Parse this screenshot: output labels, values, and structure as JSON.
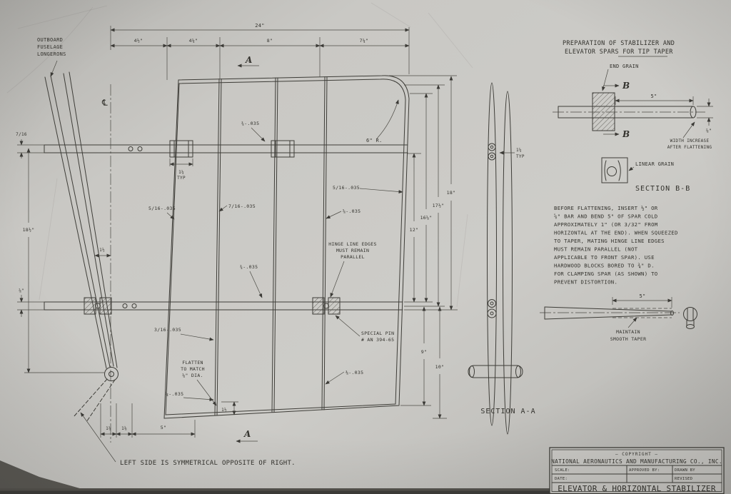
{
  "plan": {
    "outboard": [
      "OUTBOARD",
      "FUSELAGE",
      "LONGERONS"
    ],
    "cl": "℄",
    "a": "A",
    "radius": "6\" R.",
    "hinge_note": [
      "HINGE LINE EDGES",
      "MUST REMAIN",
      "PARALLEL"
    ],
    "special_pin": [
      "SPECIAL PIN",
      "# AN 394-65"
    ],
    "flatten": [
      "FLATTEN",
      "TO MATCH",
      "¼\" DIA."
    ],
    "symmetry": "LEFT SIDE IS SYMMETRICAL OPPOSITE OF RIGHT.",
    "dim": {
      "overall": "24\"",
      "s1": "4½\"",
      "s2": "4¼\"",
      "s3": "8\"",
      "s4": "7¼\"",
      "h": "18½\"",
      "fs": "7/16",
      "rs": "⅞\"",
      "cl_off": "1½",
      "r18": "18\"",
      "r17": "17½\"",
      "r16": "16⅝\"",
      "r12": "12\"",
      "r9": "9\"",
      "r10": "10\"",
      "b1": "1¼",
      "b2": "1⅛",
      "b3": "5\"",
      "stub": "1½",
      "pitch": "1¼",
      "typ": "TYP"
    },
    "co": [
      "¾-.035",
      "5/16-.035",
      "7/16-.035",
      "5/16-.035",
      "⅝-.035",
      "¾-.035",
      "3/16-.035",
      "⅜-.035",
      "¼-.035"
    ]
  },
  "sectionA": {
    "title": "SECTION A-A",
    "pitch": "1¼",
    "typ": "TYP"
  },
  "prep": {
    "heading": [
      "PREPARATION OF STABILIZER AND",
      "ELEVATOR SPARS FOR TIP TAPER"
    ],
    "end_grain": "END GRAIN",
    "b": "B",
    "five": "5\"",
    "width": "⅞\"",
    "width_note": [
      "WIDTH INCREASE",
      "AFTER FLATTENING"
    ],
    "linear_grain": "LINEAR GRAIN",
    "sectionB": "SECTION B-B",
    "body": [
      "BEFORE FLATTENING, INSERT ½\" OR",
      "⅝\" BAR AND BEND 5\" OF SPAR COLD",
      "APPROXIMATELY 1\" (OR 3/32\" FROM",
      "HORIZONTAL AT THE END). WHEN SQUEEZED",
      "TO TAPER, MATING HINGE LINE EDGES",
      "MUST REMAIN PARALLEL (NOT",
      "APPLICABLE TO FRONT SPAR). USE",
      "HARDWOOD BLOCKS BORED TO ¾\" D.",
      "FOR CLAMPING SPAR (AS SHOWN) TO",
      "PREVENT DISTORTION."
    ],
    "taper_five": "5\"",
    "taper_note": [
      "MAINTAIN",
      "SMOOTH TAPER"
    ]
  },
  "tb": {
    "copyright": "— COPYRIGHT —",
    "company": "NATIONAL AERONAUTICS AND MANUFACTURING CO., INC.",
    "scale": "SCALE:",
    "approved": "APPROVED BY:",
    "drawn": "DRAWN BY",
    "date": "DATE:",
    "revised": "REVISED",
    "title": "ELEVATOR & HORIZONTAL STABILIZER"
  }
}
